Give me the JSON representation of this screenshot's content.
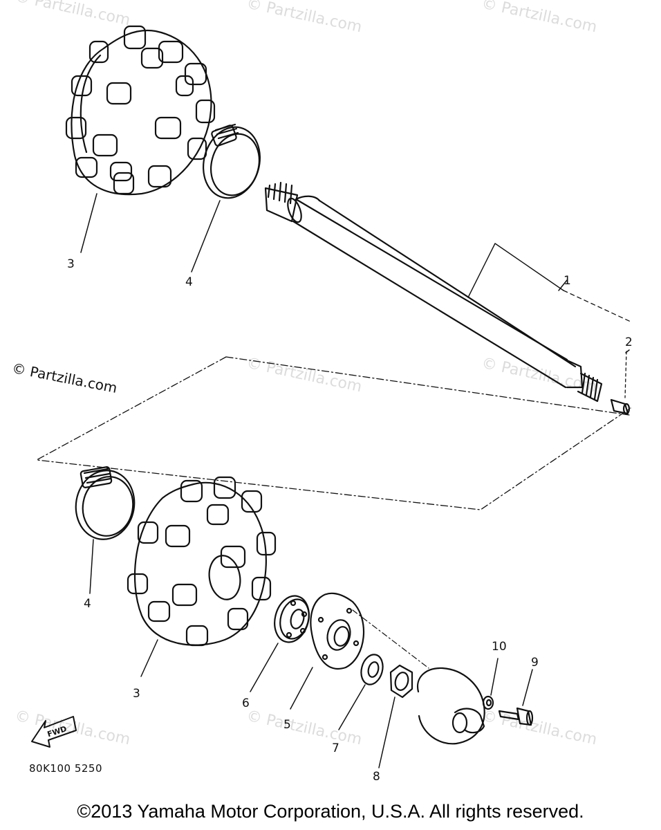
{
  "watermarks": [
    "© Partzilla.com",
    "© Partzilla.com",
    "© Partzilla.com",
    "© Partzilla.com",
    "© Partzilla.com",
    "© Partzilla.com",
    "© Partzilla.com",
    "© Partzilla.com",
    "© Partzilla.com"
  ],
  "partzilla_mark": "© Partzilla.com",
  "callouts": [
    "1",
    "2",
    "3",
    "4",
    "4",
    "3",
    "6",
    "5",
    "7",
    "8",
    "10",
    "9"
  ],
  "fwd_label": "FWD",
  "drawing_code": "80K100 5250",
  "copyright": "©2013 Yamaha Motor Corporation, U.S.A. All rights reserved."
}
